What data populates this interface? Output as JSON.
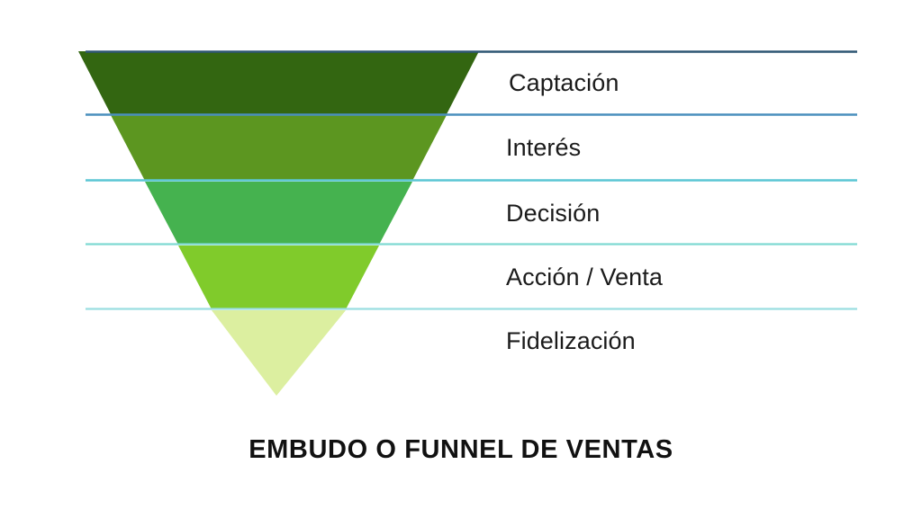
{
  "diagram": {
    "title": "EMBUDO O FUNNEL DE VENTAS",
    "type": "funnel",
    "background_color": "#ffffff",
    "text_color": "#1b1b1b",
    "stages": [
      {
        "label": "Captación",
        "color": "#336611",
        "divider_color": "#2f5673",
        "order": 1
      },
      {
        "label": "Interés",
        "color": "#5c9620",
        "divider_color": "#4a8fbd",
        "order": 2
      },
      {
        "label": "Decisión",
        "color": "#45b24f",
        "divider_color": "#5bc6d4",
        "order": 3
      },
      {
        "label": "Acción / Venta",
        "color": "#80cb2b",
        "divider_color": "#7fd9d2",
        "order": 4
      },
      {
        "label": "Fidelización",
        "color": "#dcefa0",
        "divider_color": "#9adee0",
        "order": 5
      }
    ]
  },
  "chart_data": {
    "type": "funnel",
    "title": "EMBUDO O FUNNEL DE VENTAS",
    "categories": [
      "Captación",
      "Interés",
      "Decisión",
      "Acción / Venta",
      "Fidelización"
    ],
    "values": [
      100,
      84,
      68,
      52,
      36
    ],
    "colors": [
      "#336611",
      "#5c9620",
      "#45b24f",
      "#80cb2b",
      "#dcefa0"
    ],
    "orientation": "inverted-triangle",
    "legend": "none",
    "grid": false,
    "xlabel": "",
    "ylabel": ""
  }
}
